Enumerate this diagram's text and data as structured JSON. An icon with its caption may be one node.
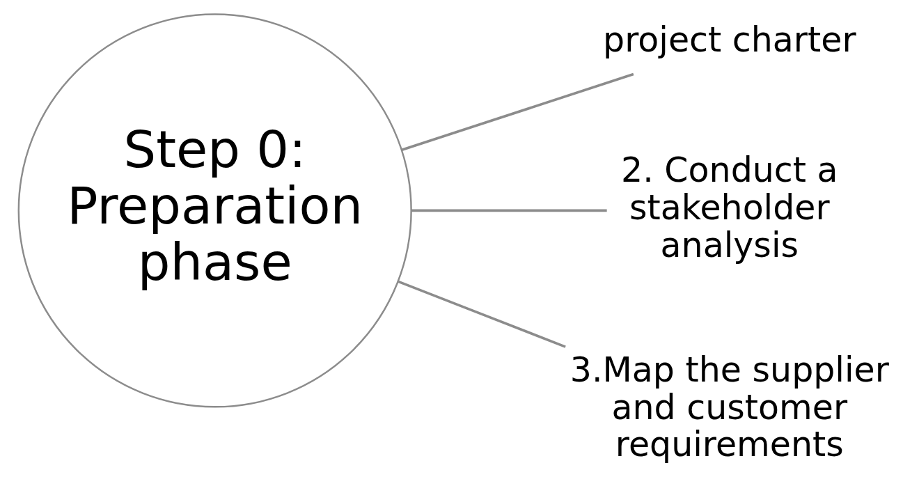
{
  "diagram": {
    "nodes": [
      {
        "text": [
          "Step 0: Preparation phase"
        ]
      },
      {
        "text": [
          "project charter"
        ]
      },
      {
        "text": [
          "2. Conduct a stakeholder analysis"
        ]
      },
      {
        "text": [
          "3.Map the supplier and customer requirements"
        ]
      }
    ],
    "edges": [
      {
        "from": 0,
        "to": 1,
        "arrow": "none"
      },
      {
        "from": 0,
        "to": 2,
        "arrow": "none"
      },
      {
        "from": 0,
        "to": 3,
        "arrow": "none"
      }
    ]
  }
}
